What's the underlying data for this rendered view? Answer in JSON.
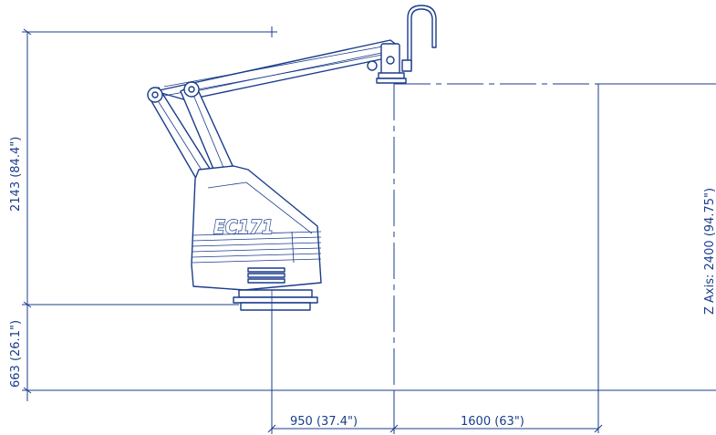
{
  "model_logo": "EC171",
  "dimensions": {
    "total_height": "2143 (84.4\")",
    "base_height": "663 (26.1\")",
    "z_axis": "Z Axis: 2400 (94.75\")",
    "reach_offset": "950 (37.4\")",
    "work_width": "1600 (63\")"
  },
  "colors": {
    "line": "#1a3c8c",
    "background": "#ffffff"
  }
}
